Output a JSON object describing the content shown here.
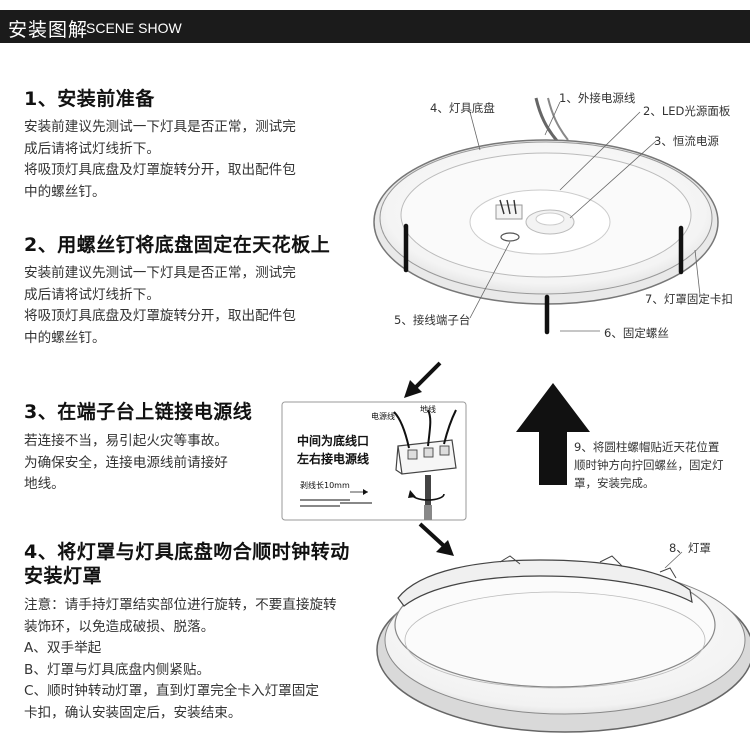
{
  "header": {
    "title_zh": "安装图解",
    "title_en": "SCENE SHOW"
  },
  "steps": [
    {
      "title": "1、安装前准备",
      "lines": [
        "安装前建议先测试一下灯具是否正常，测试完",
        "成后请将试灯线折下。",
        "将吸顶灯具底盘及灯罩旋转分开，取出配件包",
        "中的螺丝钉。"
      ]
    },
    {
      "title": "2、用螺丝钉将底盘固定在天花板上",
      "lines": [
        "安装前建议先测试一下灯具是否正常，测试完",
        "成后请将试灯线折下。",
        "将吸顶灯具底盘及灯罩旋转分开，取出配件包",
        "中的螺丝钉。"
      ]
    },
    {
      "title": "3、在端子台上链接电源线",
      "lines": [
        "若连接不当，易引起火灾等事故。",
        "为确保安全，连接电源线前请接好",
        "地线。"
      ]
    },
    {
      "title_lines": [
        "4、将灯罩与灯具底盘吻合顺时钟转动",
        "安装灯罩"
      ],
      "lines": [
        "注意：请手持灯罩结实部位进行旋转，不要直接旋转",
        "装饰环，以免造成破损、脱落。",
        "A、双手举起",
        "B、灯罩与灯具底盘内侧紧贴。",
        "C、顺时钟转动灯罩，直到灯罩完全卡入灯罩固定",
        "卡扣，确认安装固定后，安装结束。"
      ]
    }
  ],
  "diagram_labels": {
    "l1": "1、外接电源线",
    "l2": "2、LED光源面板",
    "l3": "3、恒流电源",
    "l4": "4、灯具底盘",
    "l5": "5、接线端子台",
    "l6": "6、固定螺丝",
    "l7": "7、灯罩固定卡扣",
    "l8": "8、灯罩",
    "l9": [
      "9、将圆柱螺帽贴近天花位置",
      "顺时钟方向拧回螺丝，固定灯",
      "罩，安装完成。"
    ]
  },
  "inset": {
    "power_wire": "电源线",
    "ground_wire": "地线",
    "middle_text": [
      "中间为底线口",
      "左右接电源线"
    ],
    "strip_length": "剥线长10mm"
  }
}
